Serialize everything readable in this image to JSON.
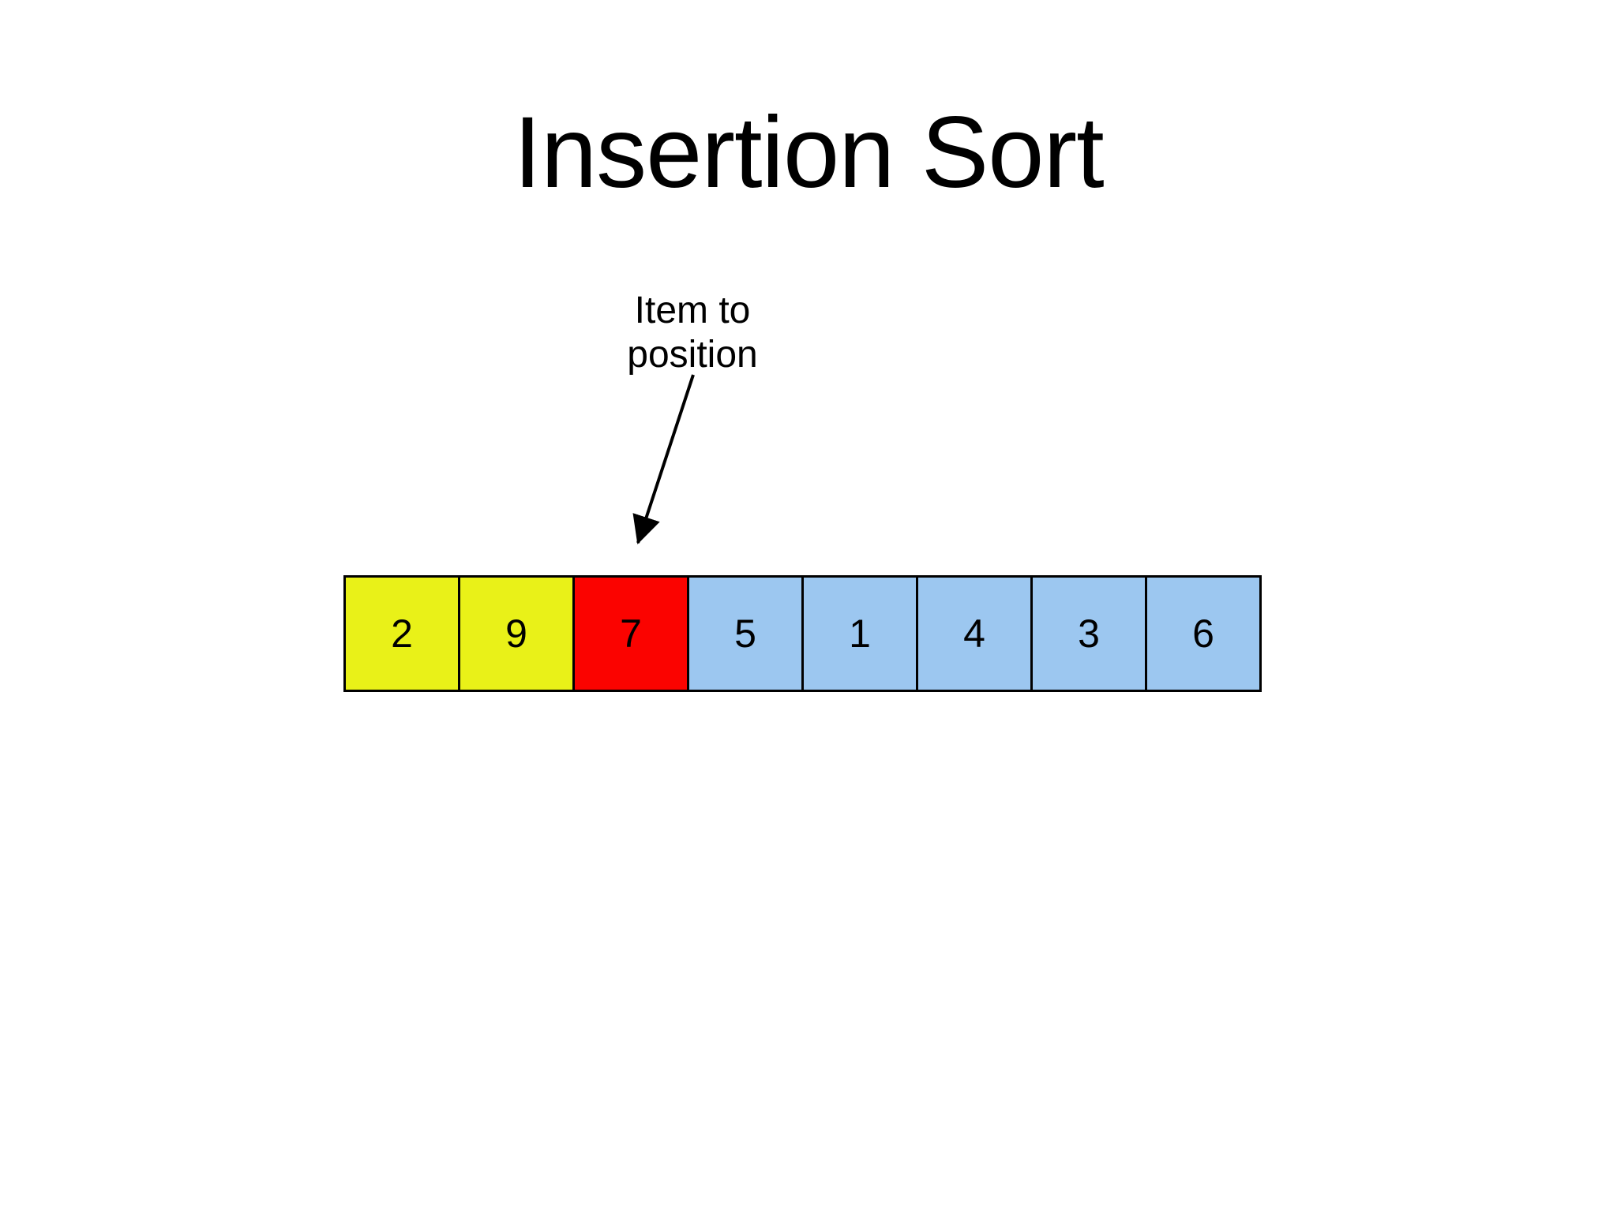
{
  "title": "Insertion Sort",
  "annotation": {
    "label": "Item to\nposition"
  },
  "array": {
    "cells": [
      {
        "value": "2",
        "state": "sorted"
      },
      {
        "value": "9",
        "state": "sorted"
      },
      {
        "value": "7",
        "state": "current"
      },
      {
        "value": "5",
        "state": "unsorted"
      },
      {
        "value": "1",
        "state": "unsorted"
      },
      {
        "value": "4",
        "state": "unsorted"
      },
      {
        "value": "3",
        "state": "unsorted"
      },
      {
        "value": "6",
        "state": "unsorted"
      }
    ]
  },
  "colors": {
    "sorted": "#e9f118",
    "current": "#fb0300",
    "unsorted": "#9cc7f0",
    "border": "#000000",
    "arrow": "#000000"
  }
}
